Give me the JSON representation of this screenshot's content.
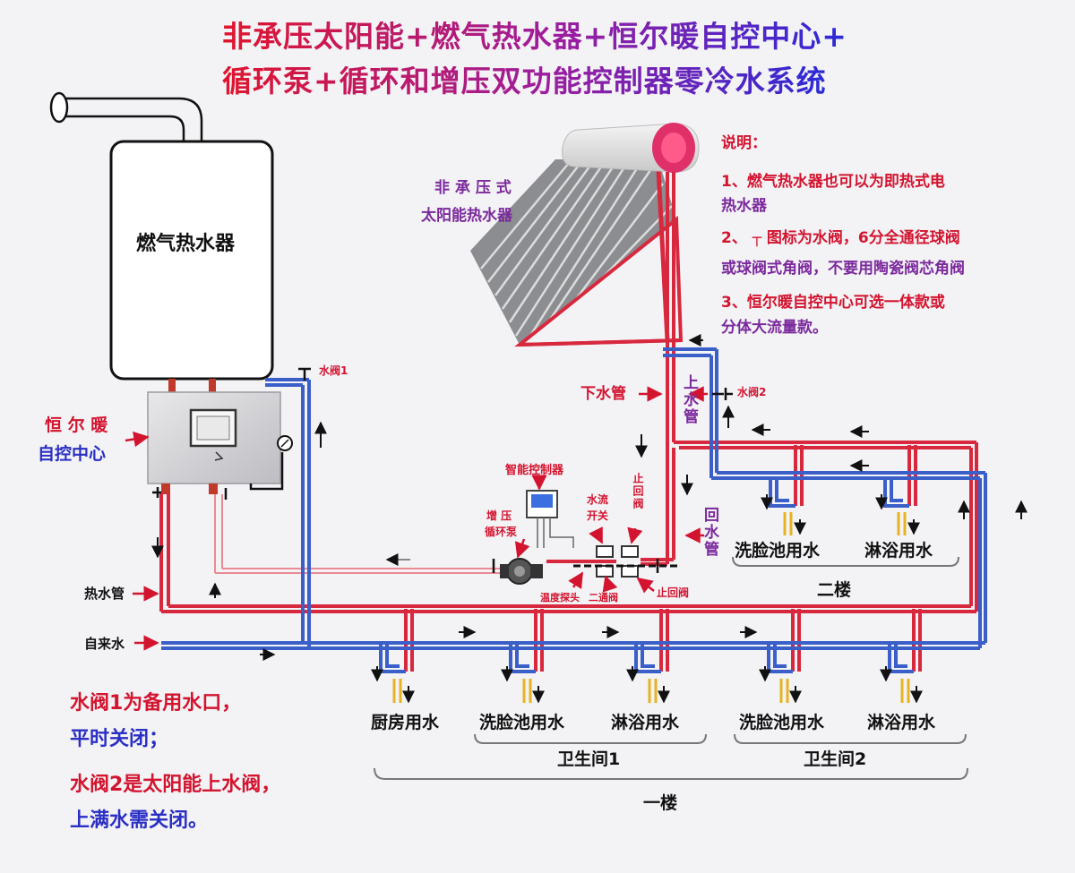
{
  "title": {
    "line1": "非承压太阳能+燃气热水器+恒尔暖自控中心+",
    "line2": "循环泵+循环和增压双功能控制器零冷水系统"
  },
  "notes": {
    "heading": "说明：",
    "n1a": "1、燃气热水器也可以为即热式电",
    "n1b": "热水器",
    "n2a": "2、 ┬ 图标为水阀，6分全通径球阀",
    "n2b": "或球阀式角阀，不要用陶瓷阀芯角阀",
    "n3a": "3、恒尔暖自控中心可选一体款或",
    "n3b": "分体大流量款。"
  },
  "labels": {
    "heater": "燃气热水器",
    "solar_a": "非 承 压 式",
    "solar_b": "太阳能热水器",
    "control_a": "恒 尔 暖",
    "control_b": "自控中心",
    "valve1": "水阀1",
    "valve2": "水阀2",
    "down_pipe": "下水管",
    "up_pipe": "上水管",
    "return_pipe": "回水管",
    "smart_controller": "智能控制器",
    "flow_switch_a": "水流",
    "flow_switch_b": "开关",
    "check_valve_v": "止回阀",
    "boost_pump_a": "增  压",
    "boost_pump_b": "循环泵",
    "temp_probe": "温度探头",
    "two_way_valve": "二通阀",
    "check_valve_h": "止回阀",
    "hot_pipe": "热水管",
    "tap_water": "自来水"
  },
  "floor2": {
    "fixture1": "洗脸池用水",
    "fixture2": "淋浴用水",
    "name": "二楼"
  },
  "floor1": {
    "kitchen": "厨房用水",
    "basin1": "洗脸池用水",
    "shower1": "淋浴用水",
    "basin2": "洗脸池用水",
    "shower2": "淋浴用水",
    "bathroom1": "卫生间1",
    "bathroom2": "卫生间2",
    "name": "一楼"
  },
  "footer": {
    "l1": "水阀1为备用水口，",
    "l2": "平时关闭；",
    "l3": "水阀2是太阳能上水阀，",
    "l4": "上满水需关闭。"
  },
  "colors": {
    "hot": "#d8283e",
    "cold": "#3a5fc8",
    "accent_red": "#d3142f",
    "accent_blue": "#2a2fc4"
  }
}
